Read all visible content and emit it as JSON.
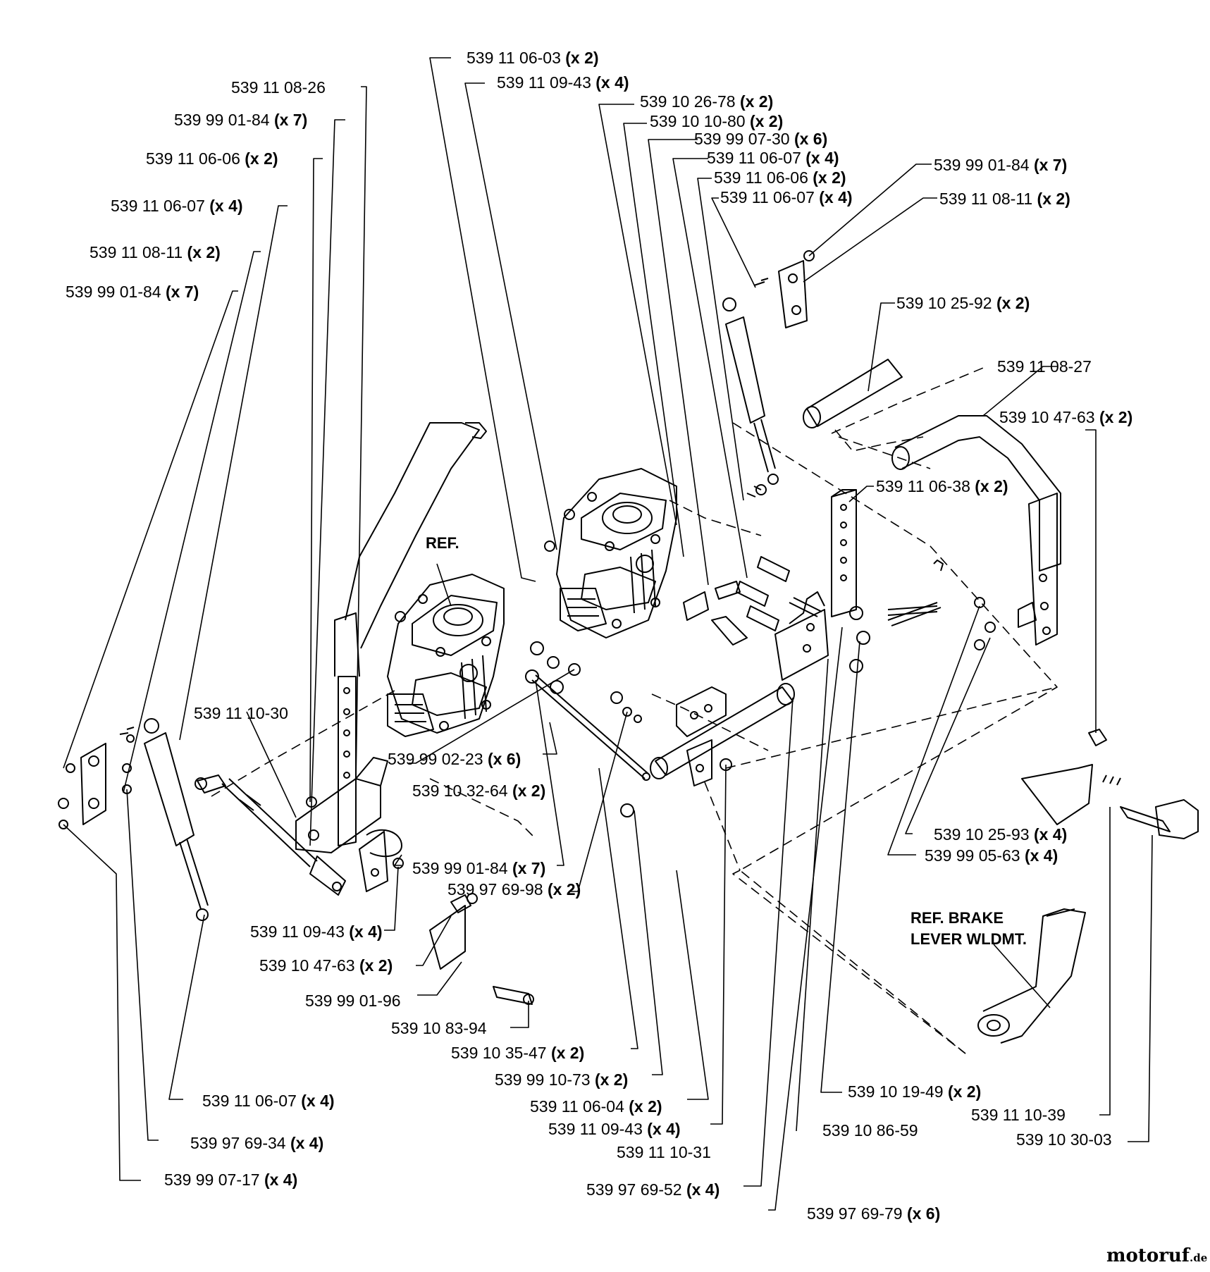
{
  "diagram": {
    "callouts": [
      {
        "part": "539 11 06-03",
        "qty": "(x 2)"
      },
      {
        "part": "539 11 09-43",
        "qty": "(x 4)"
      },
      {
        "part": "539 10 26-78",
        "qty": "(x 2)"
      },
      {
        "part": "539 10 10-80",
        "qty": "(x 2)"
      },
      {
        "part": "539 99 07-30",
        "qty": "(x 6)"
      },
      {
        "part": "539 11 06-07",
        "qty": "(x 4)"
      },
      {
        "part": "539 11 06-06",
        "qty": "(x 2)"
      },
      {
        "part": "539 11 06-07",
        "qty": "(x 4)"
      },
      {
        "part": "539 99 01-84",
        "qty": "(x 7)"
      },
      {
        "part": "539 11 08-11",
        "qty": "(x 2)"
      },
      {
        "part": "539 10 25-92",
        "qty": "(x 2)"
      },
      {
        "part": "539 11 08-27",
        "qty": ""
      },
      {
        "part": "539 10 47-63",
        "qty": "(x 2)"
      },
      {
        "part": "539 11 06-38",
        "qty": "(x 2)"
      },
      {
        "part": "539 11 08-26",
        "qty": ""
      },
      {
        "part": "539 99 01-84",
        "qty": "(x 7)"
      },
      {
        "part": "539 11 06-06",
        "qty": "(x 2)"
      },
      {
        "part": "539 11 06-07",
        "qty": "(x 4)"
      },
      {
        "part": "539 11 08-11",
        "qty": "(x 2)"
      },
      {
        "part": "539 99 01-84",
        "qty": "(x 7)"
      },
      {
        "part": "539 11 10-30",
        "qty": ""
      },
      {
        "part": "539 99 02-23",
        "qty": "(x 6)"
      },
      {
        "part": "539 10 32-64",
        "qty": "(x 2)"
      },
      {
        "part": "539 99 01-84",
        "qty": "(x 7)"
      },
      {
        "part": "539 97 69-98",
        "qty": "(x 2)"
      },
      {
        "part": "539 11 09-43",
        "qty": "(x 4)"
      },
      {
        "part": "539 10 47-63",
        "qty": "(x 2)"
      },
      {
        "part": "539 99 01-96",
        "qty": ""
      },
      {
        "part": "539 10 83-94",
        "qty": ""
      },
      {
        "part": "539 10 35-47",
        "qty": "(x 2)"
      },
      {
        "part": "539 99 10-73",
        "qty": "(x 2)"
      },
      {
        "part": "539 11 06-04",
        "qty": "(x 2)"
      },
      {
        "part": "539 11 09-43",
        "qty": "(x 4)"
      },
      {
        "part": "539 11 10-31",
        "qty": ""
      },
      {
        "part": "539 97 69-52",
        "qty": "(x 4)"
      },
      {
        "part": "539 97 69-79",
        "qty": "(x 6)"
      },
      {
        "part": "539 11 06-07",
        "qty": "(x 4)"
      },
      {
        "part": "539 97 69-34",
        "qty": "(x 4)"
      },
      {
        "part": "539 99 07-17",
        "qty": "(x 4)"
      },
      {
        "part": "539 10 25-93",
        "qty": "(x 4)"
      },
      {
        "part": "539 99 05-63",
        "qty": "(x 4)"
      },
      {
        "part": "539 10 19-49",
        "qty": "(x 2)"
      },
      {
        "part": "539 10 86-59",
        "qty": ""
      },
      {
        "part": "539 11 10-39",
        "qty": ""
      },
      {
        "part": "539 10 30-03",
        "qty": ""
      }
    ],
    "ref_label_left": "REF.",
    "ref_brake_line1": "REF. BRAKE",
    "ref_brake_line2": "LEVER WLDMT.",
    "watermark_main": "motoruf",
    "watermark_suffix": ".de",
    "watermark_color": "#1f3a78"
  }
}
